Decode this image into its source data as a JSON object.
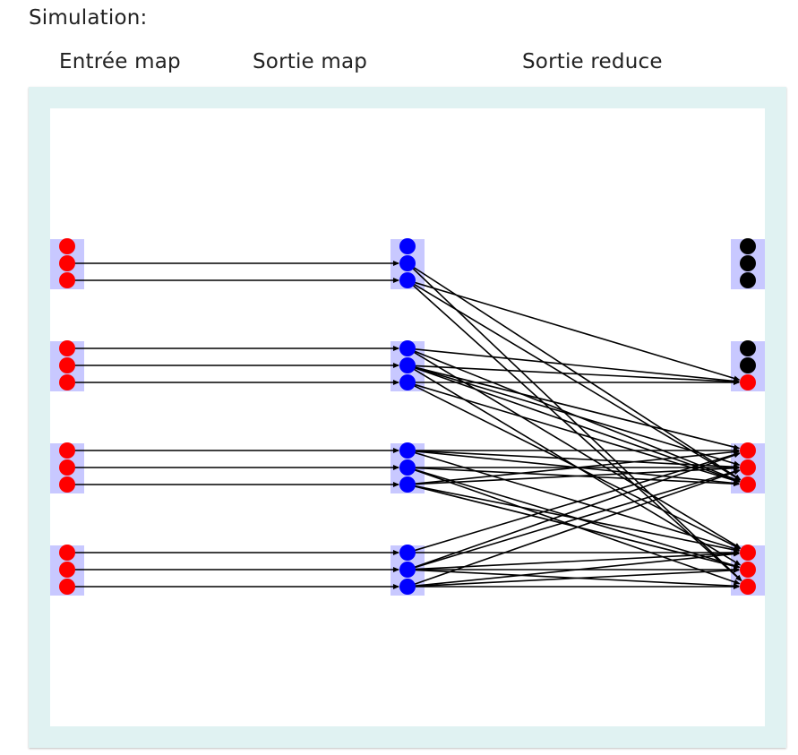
{
  "title": "Simulation:",
  "columns": {
    "map_input": "Entrée map",
    "map_output": "Sortie map",
    "reduce_output": "Sortie reduce"
  },
  "colors": {
    "frame": "#e0f2f2",
    "group_background": "#c8c8ff",
    "map_input_dot": "#ff0000",
    "map_output_dot": "#0000ff",
    "reduce_filled_dot": "#ff0000",
    "reduce_empty_dot": "#000000",
    "edge": "#000000"
  },
  "groups": 4,
  "slots_per_group": 3,
  "reduce_filled": [
    [
      false,
      false,
      false
    ],
    [
      false,
      false,
      true
    ],
    [
      true,
      true,
      true
    ],
    [
      true,
      true,
      true
    ]
  ],
  "map_edges": [
    [
      0,
      1,
      0,
      1
    ],
    [
      0,
      2,
      0,
      2
    ],
    [
      1,
      0,
      1,
      0
    ],
    [
      1,
      1,
      1,
      1
    ],
    [
      1,
      2,
      1,
      2
    ],
    [
      2,
      0,
      2,
      0
    ],
    [
      2,
      1,
      2,
      1
    ],
    [
      2,
      2,
      2,
      2
    ],
    [
      3,
      0,
      3,
      0
    ],
    [
      3,
      1,
      3,
      1
    ],
    [
      3,
      2,
      3,
      2
    ]
  ],
  "reduce_edges": [
    [
      0,
      1,
      2,
      2
    ],
    [
      0,
      1,
      3,
      2
    ],
    [
      0,
      2,
      1,
      2
    ],
    [
      0,
      2,
      2,
      2
    ],
    [
      0,
      2,
      3,
      2
    ],
    [
      1,
      0,
      1,
      2
    ],
    [
      1,
      0,
      2,
      2
    ],
    [
      1,
      0,
      3,
      0
    ],
    [
      1,
      1,
      1,
      2
    ],
    [
      1,
      1,
      2,
      0
    ],
    [
      1,
      1,
      2,
      1
    ],
    [
      1,
      1,
      2,
      2
    ],
    [
      1,
      1,
      3,
      1
    ],
    [
      1,
      2,
      1,
      2
    ],
    [
      1,
      2,
      2,
      2
    ],
    [
      1,
      2,
      3,
      0
    ],
    [
      2,
      0,
      2,
      0
    ],
    [
      2,
      0,
      2,
      1
    ],
    [
      2,
      0,
      2,
      2
    ],
    [
      2,
      0,
      3,
      0
    ],
    [
      2,
      1,
      2,
      1
    ],
    [
      2,
      1,
      2,
      2
    ],
    [
      2,
      1,
      3,
      1
    ],
    [
      2,
      1,
      3,
      2
    ],
    [
      2,
      2,
      2,
      0
    ],
    [
      2,
      2,
      2,
      1
    ],
    [
      2,
      2,
      3,
      0
    ],
    [
      2,
      2,
      3,
      1
    ],
    [
      3,
      0,
      2,
      0
    ],
    [
      3,
      0,
      3,
      0
    ],
    [
      3,
      1,
      2,
      0
    ],
    [
      3,
      1,
      2,
      1
    ],
    [
      3,
      1,
      3,
      0
    ],
    [
      3,
      1,
      3,
      1
    ],
    [
      3,
      1,
      3,
      2
    ],
    [
      3,
      2,
      2,
      1
    ],
    [
      3,
      2,
      3,
      0
    ],
    [
      3,
      2,
      3,
      1
    ],
    [
      3,
      2,
      3,
      2
    ]
  ]
}
